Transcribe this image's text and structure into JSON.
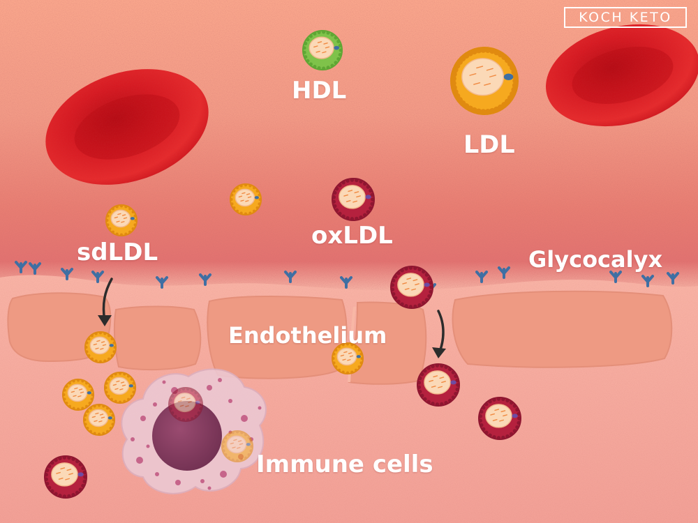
{
  "watermark": "KOCH KETO",
  "labels": {
    "hdl": "HDL",
    "ldl": "LDL",
    "oxldl": "oxLDL",
    "sdldl": "sdLDL",
    "glycocalyx": "Glycocalyx",
    "endothelium": "Endothelium",
    "immune_cells": "Immune cells"
  },
  "colors": {
    "blood_plasma": "#f9a58b",
    "red_blood_cell": "#d81e26",
    "hdl": "#7fc24a",
    "ldl": "#f6a91f",
    "oxldl": "#b5213e",
    "endothelium": "#ef9d85",
    "glycocalyx": "#3f6fa3",
    "immune_cell": "#e9c6d3",
    "nucleus": "#8b3f63",
    "arrow": "#2c2c2c"
  }
}
